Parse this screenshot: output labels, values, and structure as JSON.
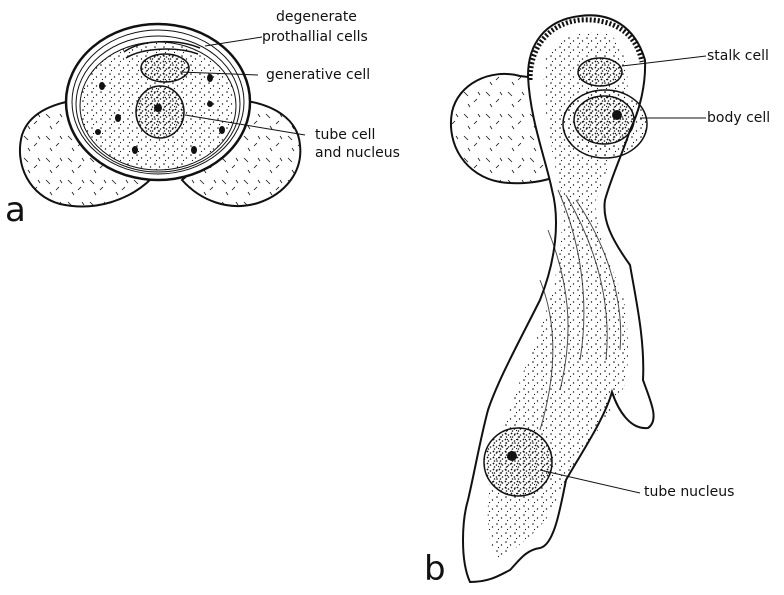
{
  "figure": {
    "panel_a": {
      "letter": "a",
      "labels": {
        "degenerate_line1": "degenerate",
        "degenerate_line2": "prothallial cells",
        "generative": "generative cell",
        "tube_line1": "tube cell",
        "tube_line2": "and nucleus"
      }
    },
    "panel_b": {
      "letter": "b",
      "labels": {
        "stalk": "stalk cell",
        "body": "body cell",
        "tube_nucleus": "tube nucleus"
      }
    }
  },
  "colors": {
    "ink": "#111111",
    "background": "#ffffff"
  }
}
